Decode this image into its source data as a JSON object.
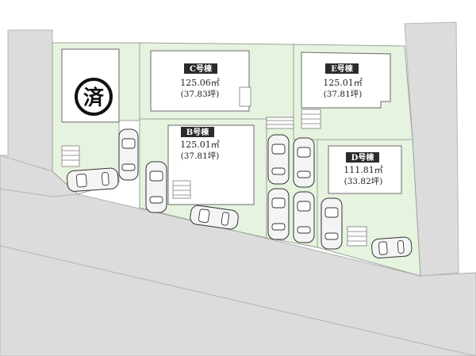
{
  "sold_mark": {
    "text": "済"
  },
  "lots": [
    {
      "id": "A",
      "status": "sold"
    },
    {
      "id": "B",
      "label": "B号棟",
      "area_m2": "125.01㎡",
      "area_tsubo": "(37.81坪)"
    },
    {
      "id": "C",
      "label": "C号棟",
      "area_m2": "125.06㎡",
      "area_tsubo": "(37.83坪)"
    },
    {
      "id": "D",
      "label": "D号棟",
      "area_m2": "111.81㎡",
      "area_tsubo": "(33.82坪)"
    },
    {
      "id": "E",
      "label": "E号棟",
      "area_m2": "125.01㎡",
      "area_tsubo": "(37.81坪)"
    }
  ],
  "colors": {
    "lot_fill": "#e6f3df",
    "road_fill": "#dcdcdc",
    "badge_fill": "#2b2b2b"
  }
}
